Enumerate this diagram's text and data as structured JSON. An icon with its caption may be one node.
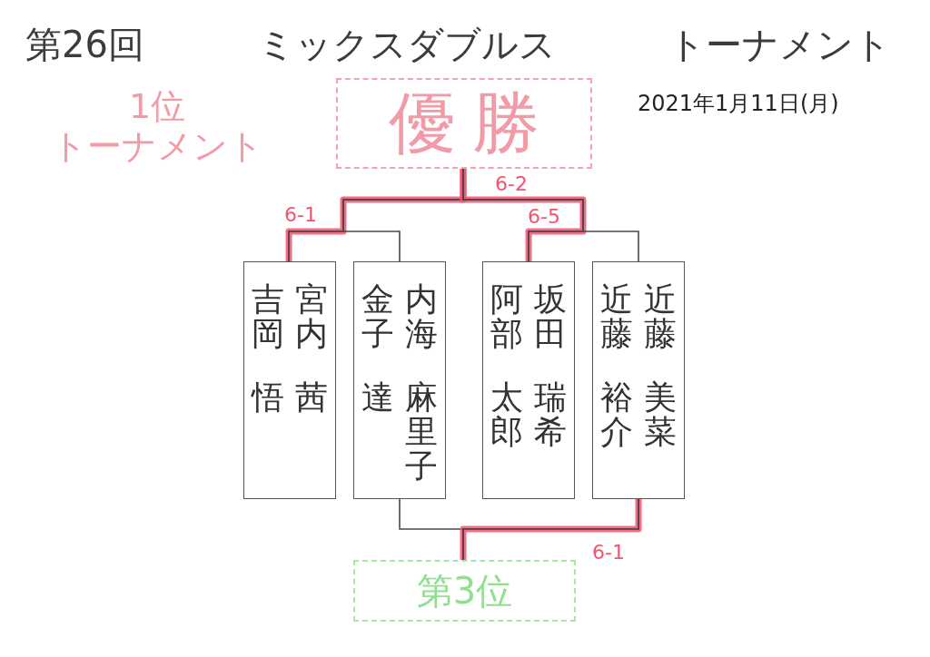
{
  "diagram": {
    "title": "第26回 ミックスダブルス トーナメント",
    "nodes": [
      {
        "text": [
          "優勝"
        ]
      },
      {
        "text": [
          "吉岡悟",
          "宮内茜"
        ]
      },
      {
        "text": [
          "金子達",
          "内海麻里子"
        ]
      },
      {
        "text": [
          "阿部太郎",
          "坂田瑞希"
        ]
      },
      {
        "text": [
          "近藤裕介",
          "近藤美菜"
        ]
      },
      {
        "text": [
          "第3位"
        ]
      }
    ],
    "edges": [
      {
        "from": 1,
        "to": 0,
        "arrow": "none",
        "label": "6-1",
        "style": "thick",
        "color": "#f2546e"
      },
      {
        "from": 2,
        "to": 0,
        "arrow": "none",
        "color": "#4a4a4a"
      },
      {
        "from": 3,
        "to": 0,
        "arrow": "none",
        "label": "6-2",
        "style": "thick",
        "color": "#f2546e"
      },
      {
        "from": 4,
        "to": 0,
        "arrow": "none",
        "color": "#4a4a4a"
      },
      {
        "from": 2,
        "to": 5,
        "arrow": "none",
        "color": "#4a4a4a"
      },
      {
        "from": 4,
        "to": 5,
        "arrow": "none",
        "label": "6-1",
        "style": "thick",
        "color": "#f2546e"
      }
    ],
    "labels": [
      "1位トーナメント",
      "2021年1月11日(月)",
      "6-5"
    ]
  }
}
